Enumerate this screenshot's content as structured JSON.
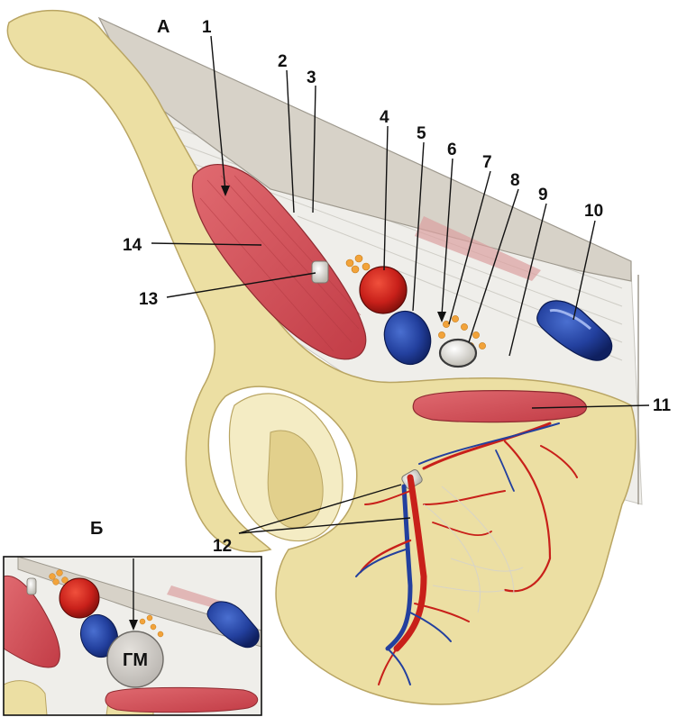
{
  "panels": {
    "main": {
      "letter": "А"
    },
    "inset": {
      "letter": "Б",
      "mass_label": "ГМ"
    }
  },
  "labels": [
    "1",
    "2",
    "3",
    "4",
    "5",
    "6",
    "7",
    "8",
    "9",
    "10",
    "11",
    "12",
    "13",
    "14"
  ],
  "colors": {
    "bone": "#ecdfa3",
    "bone_shade": "#d9c57e",
    "muscle": "#d9545c",
    "artery": "#c8201a",
    "vein": "#23409e",
    "lymph": "#f2a33a",
    "fascia": "#d8d8d6",
    "nerve": "#e7e4dc"
  }
}
